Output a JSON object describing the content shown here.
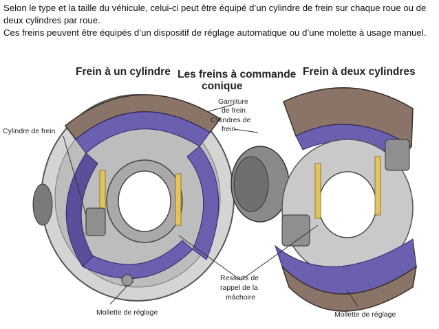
{
  "intro": {
    "line1": "Selon le type et la taille du véhicule, celui-ci peut être équipé d’un cylindre de frein sur chaque roue ou de deux cylindres par roue.",
    "line2": "Ces freins peuvent être équipés d’un dispositif de réglage automatique ou d’une molette à usage manuel."
  },
  "diagram": {
    "title_left": "Frein à un cylindre",
    "title_center_1": "Les freins à commande",
    "title_center_2": "conique",
    "title_right": "Frein à deux cylindres",
    "label_garniture_1": "Garniture",
    "label_garniture_2": "de frein",
    "label_cylindres_1": "Cylindres de",
    "label_cylindres_2": "frein",
    "label_cylindre_left": "Cylindre de frein",
    "label_ressorts_1": "Ressorts de",
    "label_ressorts_2": "rappel de la",
    "label_ressorts_3": "mâchoire",
    "label_molette_left": "Mollette de réglage",
    "label_molette_right": "Mollette de réglage"
  },
  "colors": {
    "lining": "#6b5fb0",
    "lining_dark": "#3f357a",
    "shoe": "#8a7467",
    "backplate": "#c9c9c9",
    "metal": "#9a9a9a"
  }
}
